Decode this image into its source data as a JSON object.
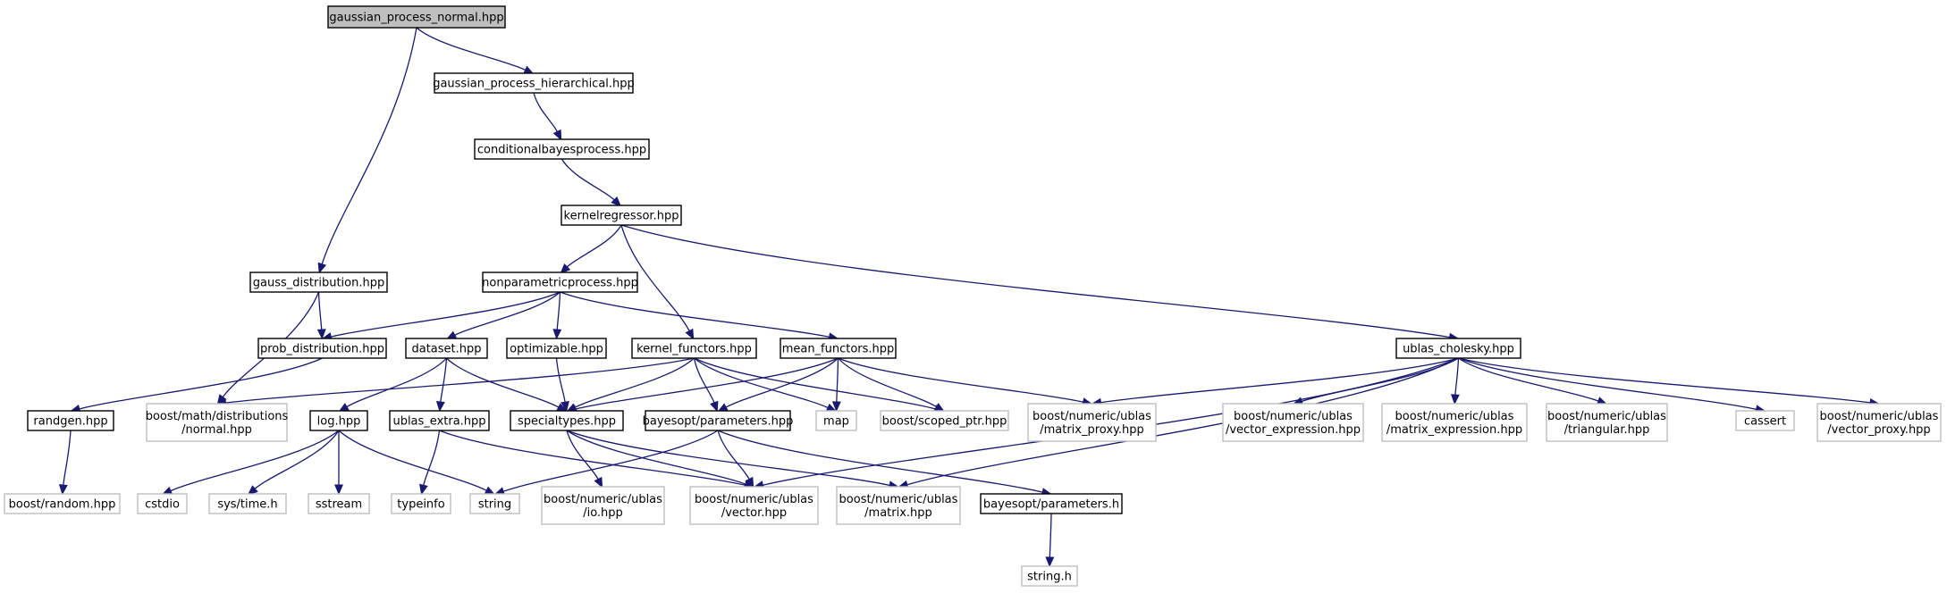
{
  "colors": {
    "edge": "#191970",
    "root_fill": "#bfbfbf",
    "external_border": "#bfbfbf",
    "local_border": "#000000"
  },
  "nodes": [
    {
      "id": "gpn",
      "lines": [
        "gaussian_process_normal.hpp"
      ],
      "kind": "root"
    },
    {
      "id": "gph",
      "lines": [
        "gaussian_process_hierarchical.hpp"
      ],
      "kind": "local"
    },
    {
      "id": "cbp",
      "lines": [
        "conditionalbayesprocess.hpp"
      ],
      "kind": "local"
    },
    {
      "id": "kr",
      "lines": [
        "kernelregressor.hpp"
      ],
      "kind": "local"
    },
    {
      "id": "gd",
      "lines": [
        "gauss_distribution.hpp"
      ],
      "kind": "local"
    },
    {
      "id": "npp",
      "lines": [
        "nonparametricprocess.hpp"
      ],
      "kind": "local"
    },
    {
      "id": "pd",
      "lines": [
        "prob_distribution.hpp"
      ],
      "kind": "local"
    },
    {
      "id": "ds",
      "lines": [
        "dataset.hpp"
      ],
      "kind": "local"
    },
    {
      "id": "opt",
      "lines": [
        "optimizable.hpp"
      ],
      "kind": "local"
    },
    {
      "id": "kf",
      "lines": [
        "kernel_functors.hpp"
      ],
      "kind": "local"
    },
    {
      "id": "mf",
      "lines": [
        "mean_functors.hpp"
      ],
      "kind": "local"
    },
    {
      "id": "uc",
      "lines": [
        "ublas_cholesky.hpp"
      ],
      "kind": "local"
    },
    {
      "id": "rg",
      "lines": [
        "randgen.hpp"
      ],
      "kind": "local"
    },
    {
      "id": "bmn",
      "lines": [
        "boost/math/distributions",
        "/normal.hpp"
      ],
      "kind": "ext"
    },
    {
      "id": "log",
      "lines": [
        "log.hpp"
      ],
      "kind": "local"
    },
    {
      "id": "ue",
      "lines": [
        "ublas_extra.hpp"
      ],
      "kind": "local"
    },
    {
      "id": "st",
      "lines": [
        "specialtypes.hpp"
      ],
      "kind": "local"
    },
    {
      "id": "bpp",
      "lines": [
        "bayesopt/parameters.hpp"
      ],
      "kind": "local"
    },
    {
      "id": "map",
      "lines": [
        "map"
      ],
      "kind": "ext"
    },
    {
      "id": "bsp",
      "lines": [
        "boost/scoped_ptr.hpp"
      ],
      "kind": "ext"
    },
    {
      "id": "bmp",
      "lines": [
        "boost/numeric/ublas",
        "/matrix_proxy.hpp"
      ],
      "kind": "ext"
    },
    {
      "id": "bve",
      "lines": [
        "boost/numeric/ublas",
        "/vector_expression.hpp"
      ],
      "kind": "ext"
    },
    {
      "id": "bme",
      "lines": [
        "boost/numeric/ublas",
        "/matrix_expression.hpp"
      ],
      "kind": "ext"
    },
    {
      "id": "btri",
      "lines": [
        "boost/numeric/ublas",
        "/triangular.hpp"
      ],
      "kind": "ext"
    },
    {
      "id": "cas",
      "lines": [
        "cassert"
      ],
      "kind": "ext"
    },
    {
      "id": "bvp",
      "lines": [
        "boost/numeric/ublas",
        "/vector_proxy.hpp"
      ],
      "kind": "ext"
    },
    {
      "id": "br",
      "lines": [
        "boost/random.hpp"
      ],
      "kind": "ext"
    },
    {
      "id": "cstdio",
      "lines": [
        "cstdio"
      ],
      "kind": "ext"
    },
    {
      "id": "syst",
      "lines": [
        "sys/time.h"
      ],
      "kind": "ext"
    },
    {
      "id": "sstr",
      "lines": [
        "sstream"
      ],
      "kind": "ext"
    },
    {
      "id": "ti",
      "lines": [
        "typeinfo"
      ],
      "kind": "ext"
    },
    {
      "id": "str",
      "lines": [
        "string"
      ],
      "kind": "ext"
    },
    {
      "id": "bio",
      "lines": [
        "boost/numeric/ublas",
        "/io.hpp"
      ],
      "kind": "ext"
    },
    {
      "id": "bvec",
      "lines": [
        "boost/numeric/ublas",
        "/vector.hpp"
      ],
      "kind": "ext"
    },
    {
      "id": "bmat",
      "lines": [
        "boost/numeric/ublas",
        "/matrix.hpp"
      ],
      "kind": "ext"
    },
    {
      "id": "bph",
      "lines": [
        "bayesopt/parameters.h"
      ],
      "kind": "local"
    },
    {
      "id": "strh",
      "lines": [
        "string.h"
      ],
      "kind": "ext"
    }
  ],
  "edges": [
    [
      "gpn",
      "gph"
    ],
    [
      "gpn",
      "gd"
    ],
    [
      "gph",
      "cbp"
    ],
    [
      "cbp",
      "kr"
    ],
    [
      "kr",
      "npp"
    ],
    [
      "kr",
      "kf"
    ],
    [
      "kr",
      "uc"
    ],
    [
      "gd",
      "pd"
    ],
    [
      "gd",
      "bmn"
    ],
    [
      "npp",
      "pd"
    ],
    [
      "npp",
      "ds"
    ],
    [
      "npp",
      "opt"
    ],
    [
      "npp",
      "mf"
    ],
    [
      "pd",
      "rg"
    ],
    [
      "rg",
      "br"
    ],
    [
      "ds",
      "log"
    ],
    [
      "ds",
      "ue"
    ],
    [
      "ds",
      "st"
    ],
    [
      "opt",
      "st"
    ],
    [
      "kf",
      "bmn"
    ],
    [
      "kf",
      "st"
    ],
    [
      "kf",
      "bpp"
    ],
    [
      "kf",
      "map"
    ],
    [
      "kf",
      "bsp"
    ],
    [
      "mf",
      "st"
    ],
    [
      "mf",
      "bpp"
    ],
    [
      "mf",
      "map"
    ],
    [
      "mf",
      "bsp"
    ],
    [
      "mf",
      "bmp"
    ],
    [
      "uc",
      "bmp"
    ],
    [
      "uc",
      "bve"
    ],
    [
      "uc",
      "bme"
    ],
    [
      "uc",
      "btri"
    ],
    [
      "uc",
      "cas"
    ],
    [
      "uc",
      "bvp"
    ],
    [
      "uc",
      "bvec"
    ],
    [
      "uc",
      "bmat"
    ],
    [
      "log",
      "cstdio"
    ],
    [
      "log",
      "syst"
    ],
    [
      "log",
      "sstr"
    ],
    [
      "log",
      "str"
    ],
    [
      "ue",
      "ti"
    ],
    [
      "ue",
      "bvec"
    ],
    [
      "st",
      "bio"
    ],
    [
      "st",
      "bvec"
    ],
    [
      "st",
      "bmat"
    ],
    [
      "bpp",
      "str"
    ],
    [
      "bpp",
      "bvec"
    ],
    [
      "bpp",
      "bph"
    ],
    [
      "bph",
      "strh"
    ]
  ]
}
